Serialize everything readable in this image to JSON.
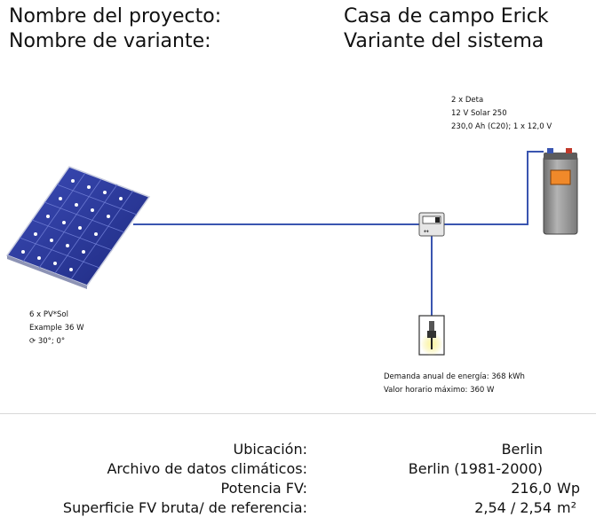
{
  "header": {
    "project_label": "Nombre del proyecto:",
    "project_value": "Casa de campo Erick",
    "variant_label": "Nombre de variante:",
    "variant_value": "Variante del sistema"
  },
  "battery": {
    "line1": "2 x Deta",
    "line2": "12 V Solar 250",
    "line3": "230,0 Ah (C20); 1 x 12,0 V"
  },
  "pv_array": {
    "line1": "6 x PV*Sol",
    "line2": "Example 36 W",
    "line3": "30°; 0°"
  },
  "load": {
    "line1": "Demanda anual de energía: 368 kWh",
    "line2": "Valor horario máximo: 360 W"
  },
  "summary": [
    {
      "label": "Ubicación:",
      "value": "Berlin",
      "unit": ""
    },
    {
      "label": "Archivo de datos climáticos:",
      "value": "Berlin (1981-2000)",
      "unit": ""
    },
    {
      "label": "Potencia FV:",
      "value": "216,0",
      "unit": "Wp"
    },
    {
      "label": "Superficie FV bruta/ de referencia:",
      "value": "2,54 / 2,54",
      "unit": "m²"
    }
  ],
  "colors": {
    "wire": "#3a55b0",
    "panel": "#2a3a9a",
    "battery_body": "#9a9a9a",
    "battery_label": "#f0892a",
    "lamp_glow": "#f4ea7a"
  },
  "icons": [
    "solar-panel-icon",
    "charge-controller-icon",
    "battery-icon",
    "lamp-icon"
  ]
}
